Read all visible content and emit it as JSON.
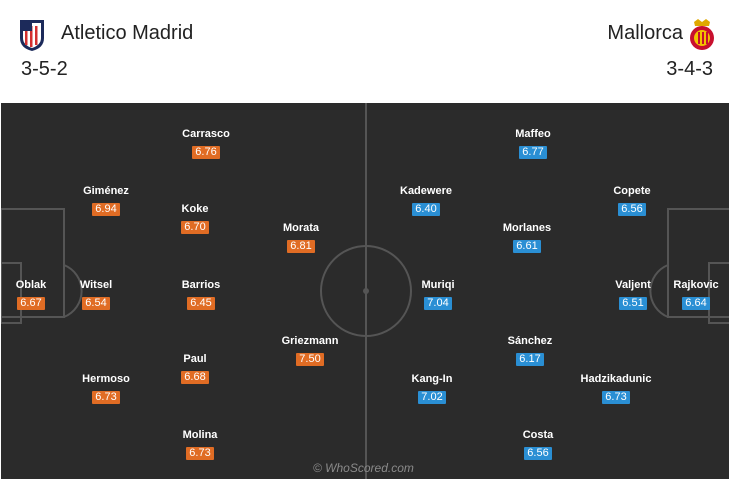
{
  "home": {
    "name": "Atletico Madrid",
    "formation": "3-5-2",
    "colors": {
      "rating_bg": "#e06c24"
    },
    "crest_icon": "atletico-madrid-crest-icon",
    "players": [
      {
        "name": "Oblak",
        "rating": "6.67"
      },
      {
        "name": "Giménez",
        "rating": "6.94"
      },
      {
        "name": "Witsel",
        "rating": "6.54"
      },
      {
        "name": "Hermoso",
        "rating": "6.73"
      },
      {
        "name": "Carrasco",
        "rating": "6.76"
      },
      {
        "name": "Koke",
        "rating": "6.70"
      },
      {
        "name": "Barrios",
        "rating": "6.45"
      },
      {
        "name": "Paul",
        "rating": "6.68"
      },
      {
        "name": "Molina",
        "rating": "6.73"
      },
      {
        "name": "Morata",
        "rating": "6.81"
      },
      {
        "name": "Griezmann",
        "rating": "7.50"
      }
    ]
  },
  "away": {
    "name": "Mallorca",
    "formation": "3-4-3",
    "colors": {
      "rating_bg": "#2a8fd4"
    },
    "crest_icon": "mallorca-crest-icon",
    "players": [
      {
        "name": "Rajkovic",
        "rating": "6.64"
      },
      {
        "name": "Copete",
        "rating": "6.56"
      },
      {
        "name": "Valjent",
        "rating": "6.51"
      },
      {
        "name": "Hadzikadunic",
        "rating": "6.73"
      },
      {
        "name": "Maffeo",
        "rating": "6.77"
      },
      {
        "name": "Morlanes",
        "rating": "6.61"
      },
      {
        "name": "Sánchez",
        "rating": "6.17"
      },
      {
        "name": "Costa",
        "rating": "6.56"
      },
      {
        "name": "Kadewere",
        "rating": "6.40"
      },
      {
        "name": "Muriqi",
        "rating": "7.04"
      },
      {
        "name": "Kang-In",
        "rating": "7.02"
      }
    ]
  },
  "pitch": {
    "background": "#2b2b2b",
    "line_color": "#555555"
  },
  "watermark": "© WhoScored.com"
}
